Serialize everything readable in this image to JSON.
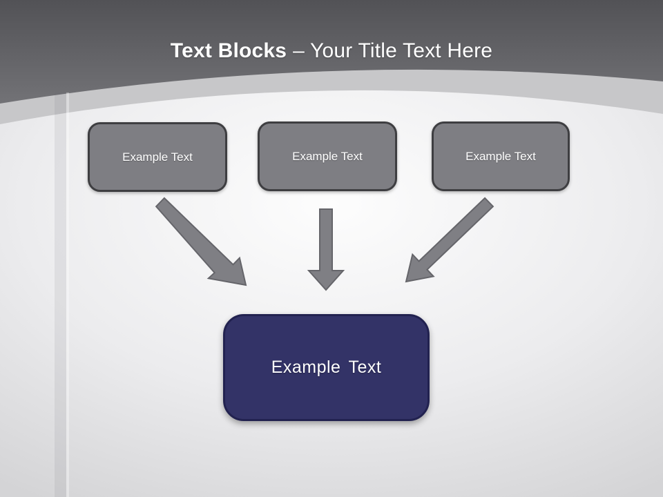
{
  "slide": {
    "title": {
      "bold": "Text Blocks",
      "rest": "– Your Title Text Here"
    },
    "diagram": {
      "source_boxes": [
        {
          "label": "Example Text"
        },
        {
          "label": "Example Text"
        },
        {
          "label": "Example Text"
        }
      ],
      "result_box": {
        "label": "Example Text"
      },
      "arrows": [
        {
          "icon": "arrow-down-right-icon"
        },
        {
          "icon": "arrow-down-icon"
        },
        {
          "icon": "arrow-down-left-icon"
        }
      ]
    },
    "colors": {
      "header_top": "#525256",
      "header_bottom": "#8a8a8e",
      "arc_band": "#c7c7c9",
      "body_light": "#fdfdfd",
      "body_edge": "#d6d6d8",
      "box_fill": "#7e7e83",
      "box_border": "#3e3e41",
      "result_fill": "#333367",
      "result_border": "#222250",
      "arrow_fill": "#7f7f84",
      "arrow_outline": "#65656a",
      "title_text": "#ffffff"
    }
  }
}
